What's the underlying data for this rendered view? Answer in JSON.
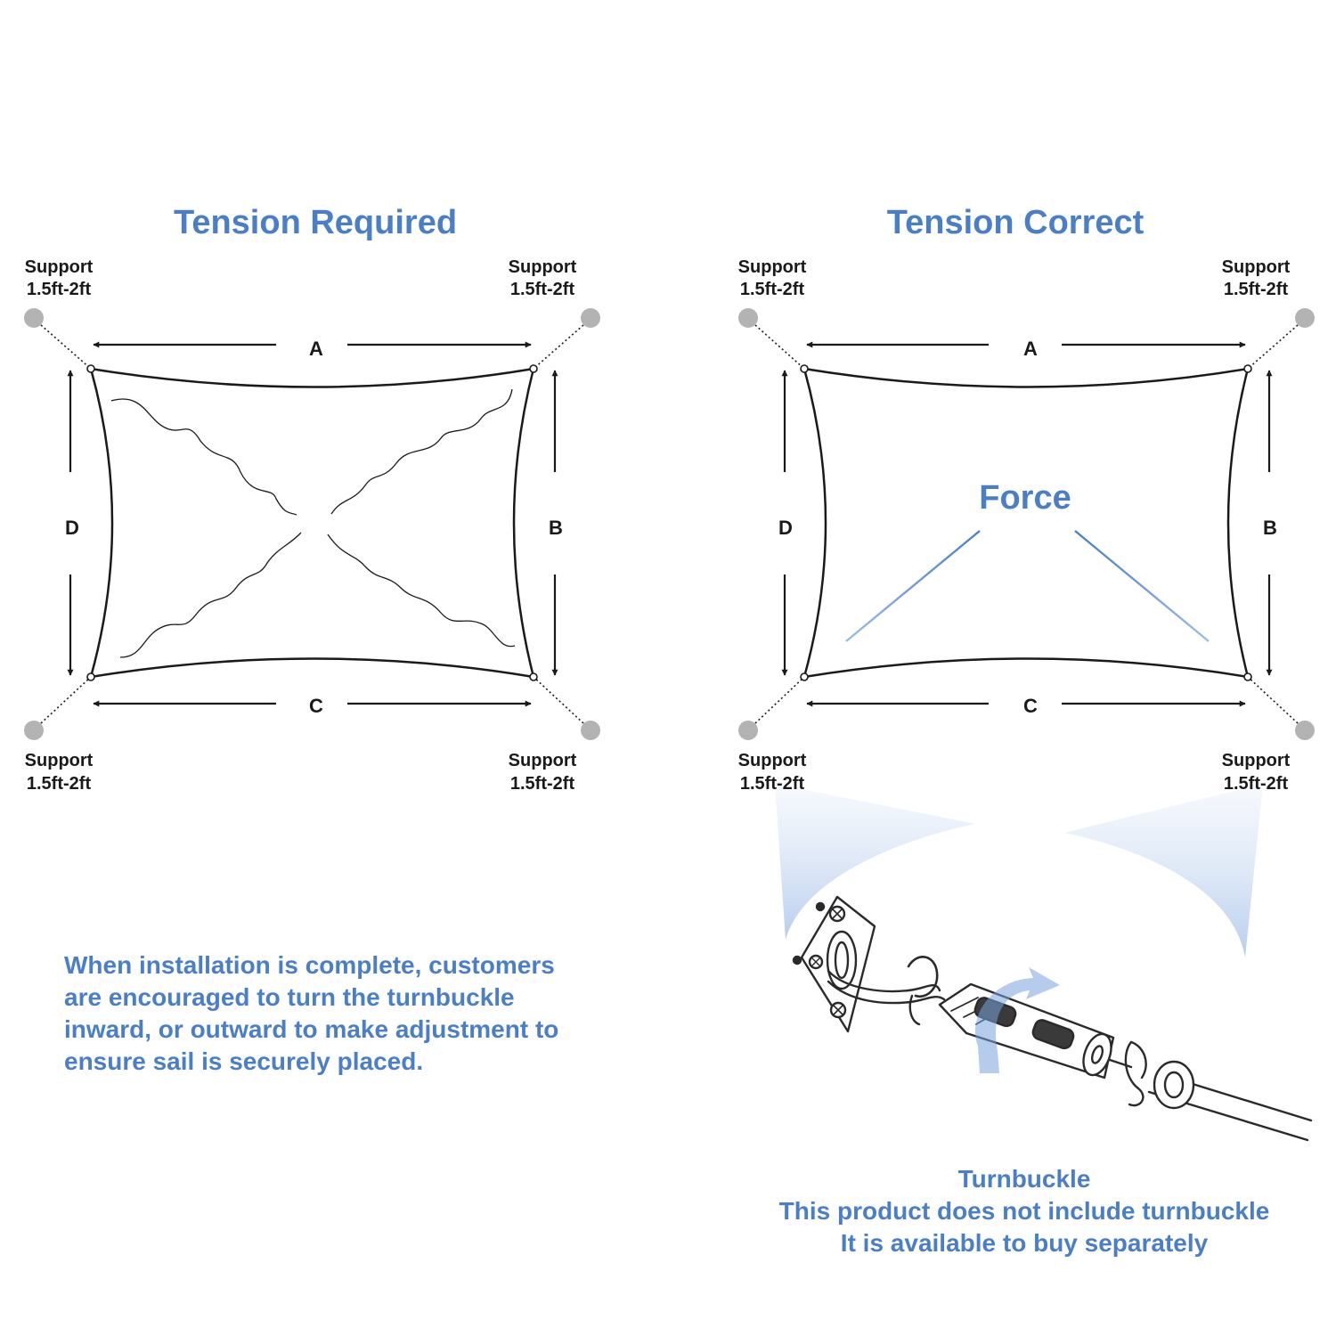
{
  "left_panel": {
    "title": "Tension Required",
    "support_label": "Support",
    "support_size": "1.5ft-2ft",
    "edges": {
      "top": "A",
      "right": "B",
      "bottom": "C",
      "left": "D"
    }
  },
  "right_panel": {
    "title": "Tension Correct",
    "force_label": "Force",
    "support_label": "Support",
    "support_size": "1.5ft-2ft",
    "edges": {
      "top": "A",
      "right": "B",
      "bottom": "C",
      "left": "D"
    }
  },
  "installation_note": "When installation is complete, customers\nare encouraged to turn the turnbuckle\ninward, or outward to make adjustment to\nensure sail is securely placed.",
  "turnbuckle": {
    "name": "Turnbuckle",
    "not_included": "This product does not include turnbuckle",
    "availability": "It is available to buy separately"
  },
  "colors": {
    "accent_blue": "#4a7fc8",
    "line": "#1a1a1a",
    "support_dot": "#b3b3b3",
    "force_line": "#6f9ad6"
  },
  "icons": [
    "support-anchor-icon",
    "turnbuckle-icon",
    "rotation-arrow-icon"
  ]
}
